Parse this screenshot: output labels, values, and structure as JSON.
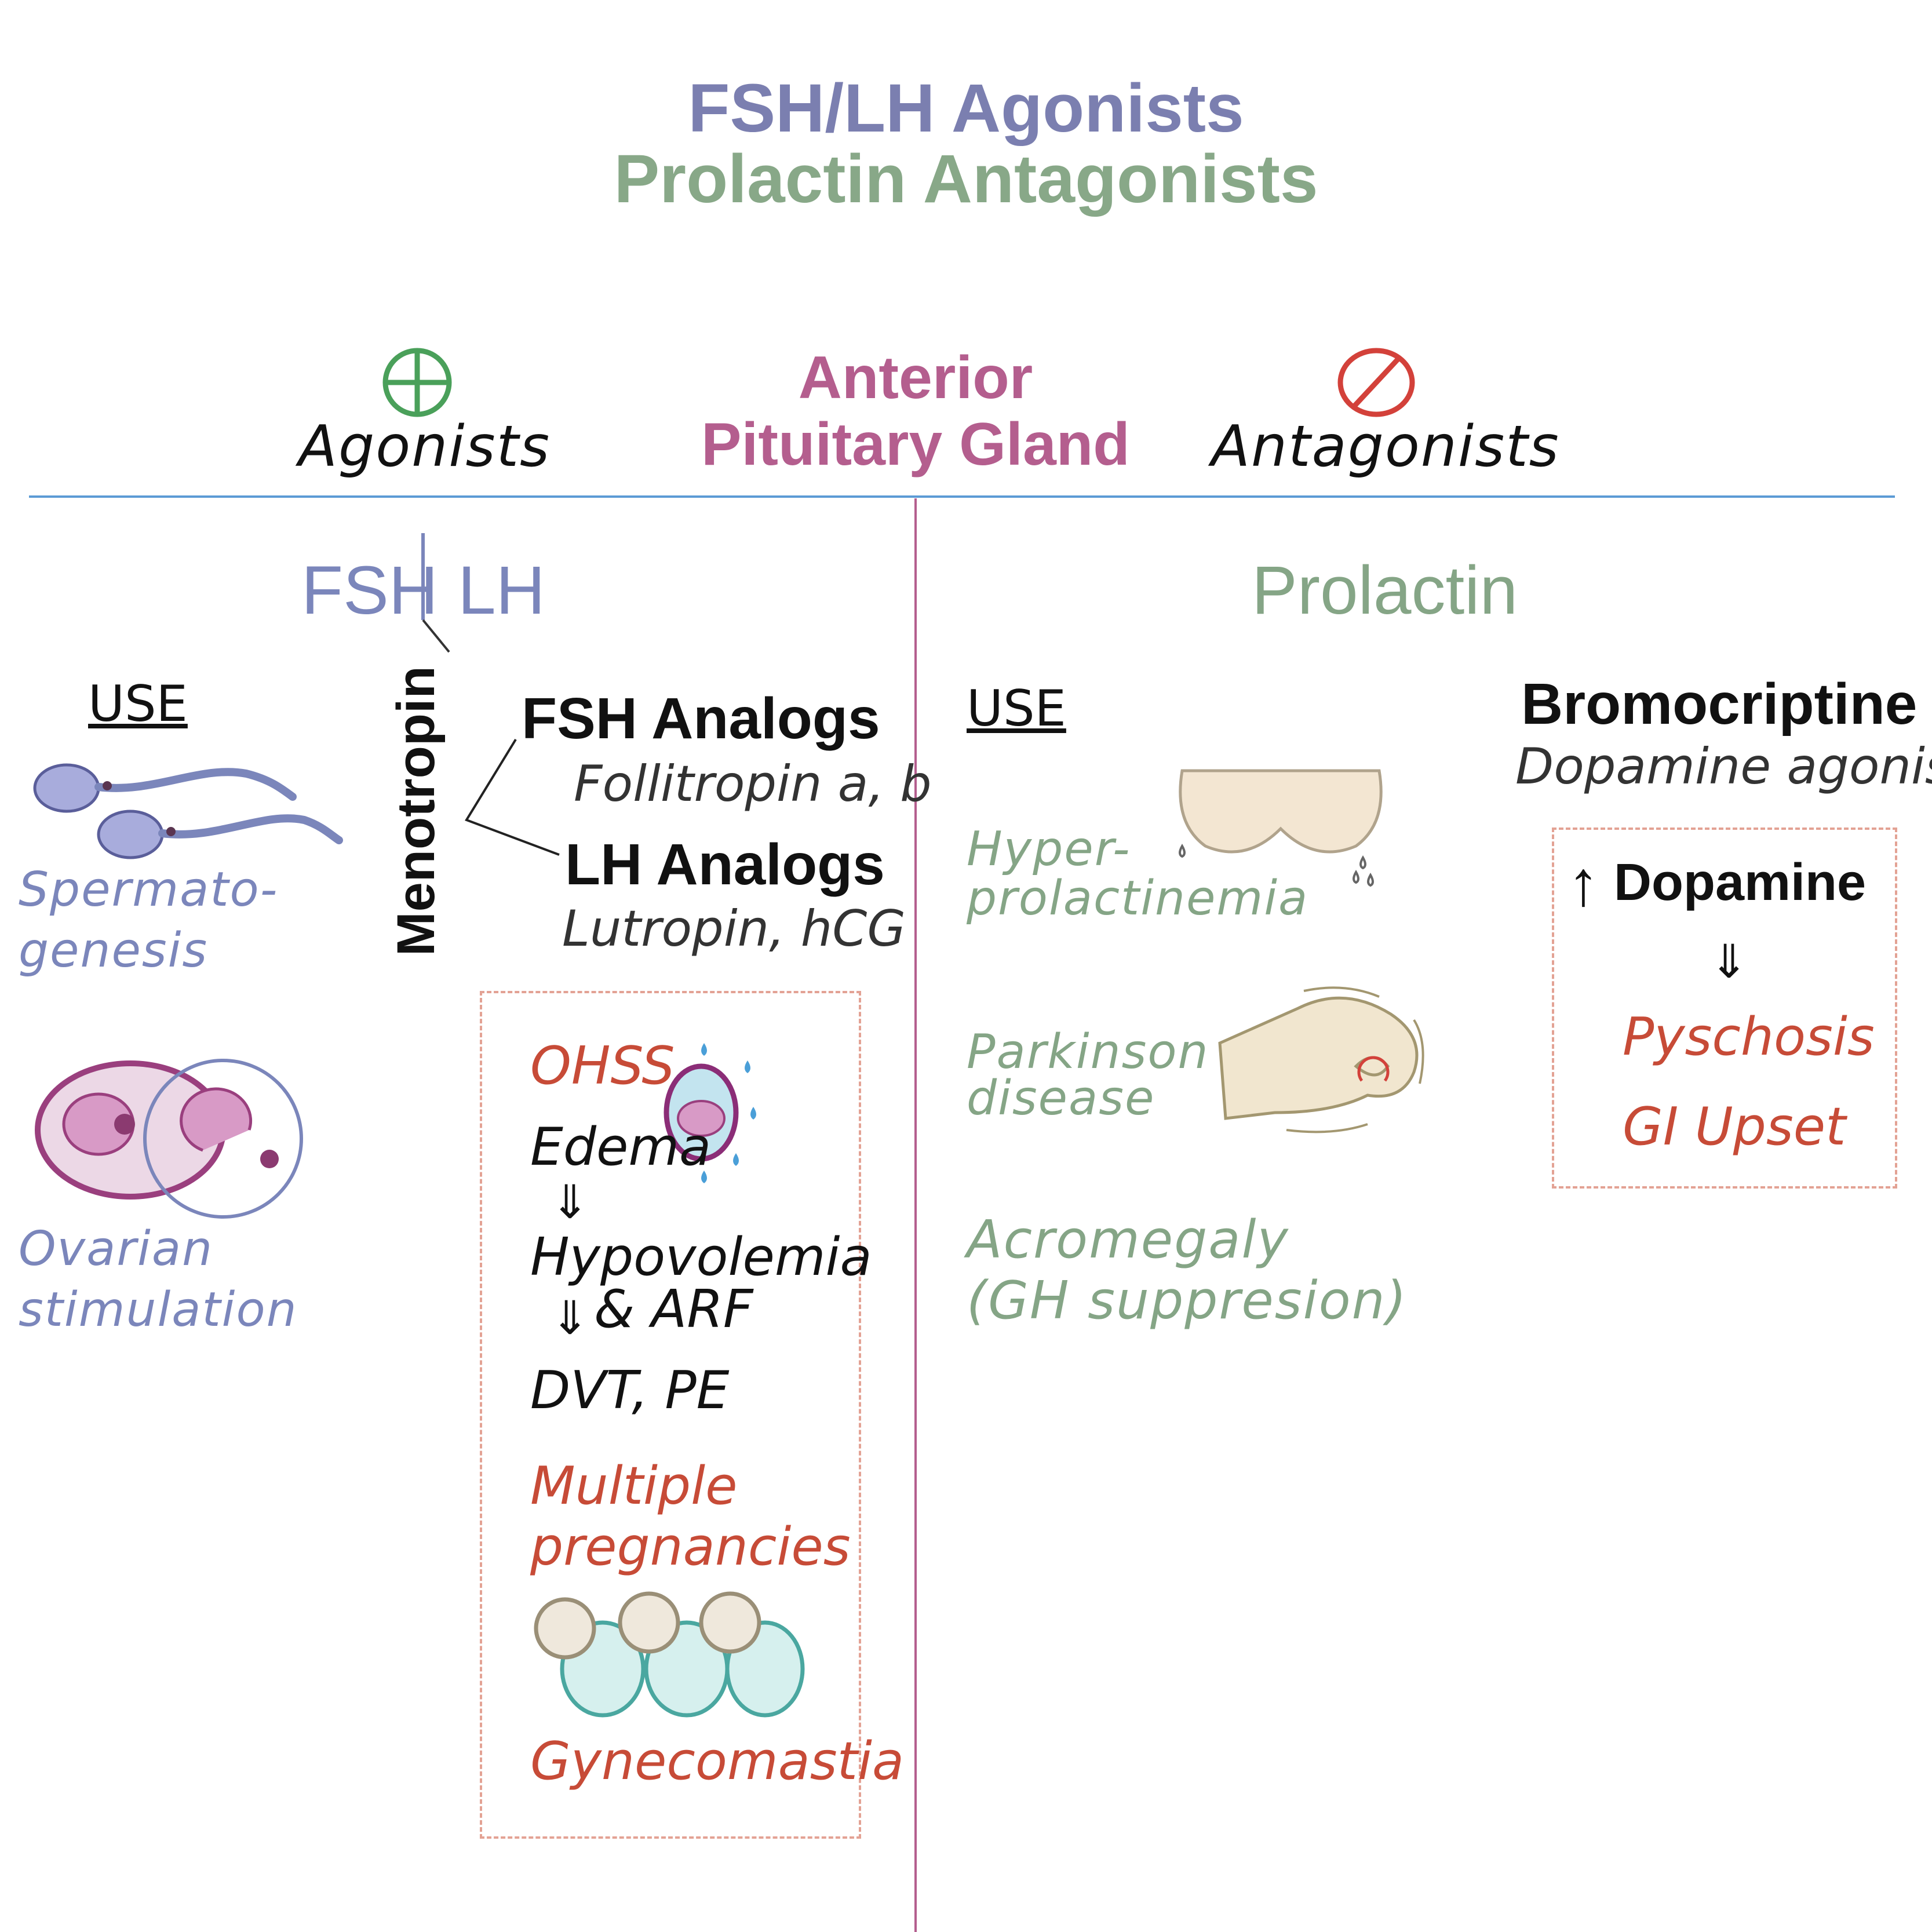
{
  "title": {
    "line1": "FSH/LH Agonists",
    "line2": "Prolactin Antagonists"
  },
  "header": {
    "agonists_label": "Agonists",
    "center_line1": "Anterior",
    "center_line2": "Pituitary Gland",
    "antagonists_label": "Antagonists"
  },
  "left": {
    "heading_fsh": "FSH",
    "heading_lh": "LH",
    "use_label": "USE",
    "uses": {
      "spermato_line1": "Spermato-",
      "spermato_line2": "genesis",
      "ovarian_line1": "Ovarian",
      "ovarian_line2": "stimulation"
    },
    "menotropin": "Menotropin",
    "fsh_analogs": "FSH Analogs",
    "fsh_analogs_examples": "Follitropin a, b",
    "lh_analogs": "LH Analogs",
    "lh_analogs_examples": "Lutropin, hCG",
    "adverse": {
      "ohss": "OHSS",
      "edema": "Edema",
      "hypovolemia": "Hypovolemia",
      "arf": "& ARF",
      "dvt_pe": "DVT, PE",
      "multiple_line1": "Multiple",
      "multiple_line2": "pregnancies",
      "gynecomastia": "Gynecomastia",
      "arrow": "⇓"
    }
  },
  "right": {
    "heading": "Prolactin",
    "use_label": "USE",
    "uses": {
      "hyper_line1": "Hyper-",
      "hyper_line2": "prolactinemia",
      "parkinson_line1": "Parkinson",
      "parkinson_line2": "disease",
      "acromegaly_line1": "Acromegaly",
      "acromegaly_line2": "(GH suppresion)"
    },
    "drug": "Bromocriptine",
    "drug_class": "Dopamine agonists",
    "effects": {
      "up_arrow": "↑",
      "dopamine": "Dopamine",
      "down_arrow": "⇓",
      "pyschosis": "Pyschosis",
      "gi_upset": "GI Upset"
    }
  },
  "colors": {
    "fsh_lh_purple": "#7b86bb",
    "prolactin_green": "#85a586",
    "pituitary_magenta": "#b45e8e",
    "adverse_red": "#c74b37",
    "divider_blue": "#5b9bd5",
    "agonist_green": "#4aa05a",
    "antagonist_red": "#d3413a"
  },
  "icons": [
    "plus-circle-icon",
    "prohibited-icon",
    "sperm-icon",
    "ovary-follicle-icon",
    "ohss-ovary-icon",
    "babies-icon",
    "breasts-icon",
    "tremor-hand-icon"
  ]
}
